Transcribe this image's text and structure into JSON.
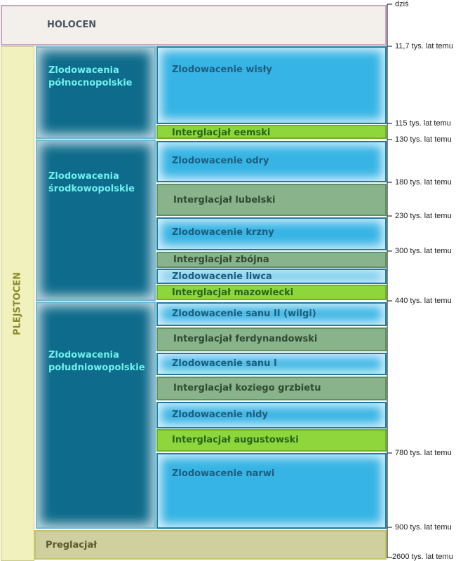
{
  "epochs": {
    "holocen": "HOLOCEN",
    "plejstocen": "PLEJSTOCEN",
    "preglacjal": "Preglacjał"
  },
  "groups": [
    {
      "label": "Zlodowacenia północnopolskie"
    },
    {
      "label": "Zlodowacenia środkowopolskie"
    },
    {
      "label": "Zlodowacenia południowopolskie"
    }
  ],
  "stages": [
    {
      "label": "Zlodowacenie wisły",
      "kind": "glacial"
    },
    {
      "label": "Interglacjał eemski",
      "kind": "interglacial-bright"
    },
    {
      "label": "Zlodowacenie odry",
      "kind": "glacial"
    },
    {
      "label": "Interglacjał lubelski",
      "kind": "interglacial-dark"
    },
    {
      "label": "Zlodowacenie krzny",
      "kind": "glacial"
    },
    {
      "label": "Interglacjał zbójna",
      "kind": "interglacial-dark"
    },
    {
      "label": "Zlodowacenie liwca",
      "kind": "glacial"
    },
    {
      "label": "Interglacjał mazowiecki",
      "kind": "interglacial-bright"
    },
    {
      "label": "Zlodowacenie sanu II (wilgi)",
      "kind": "glacial"
    },
    {
      "label": "Interglacjał ferdynandowski",
      "kind": "interglacial-dark"
    },
    {
      "label": "Zlodowacenie sanu I",
      "kind": "glacial"
    },
    {
      "label": "Interglacjał koziego grzbietu",
      "kind": "interglacial-dark"
    },
    {
      "label": "Zlodowacenie nidy",
      "kind": "glacial"
    },
    {
      "label": "Interglacjał augustowski",
      "kind": "interglacial-bright"
    },
    {
      "label": "Zlodowacenie narwi",
      "kind": "glacial"
    }
  ],
  "timeline": [
    "dziś",
    "11,7 tys. lat temu",
    "115 tys. lat temu",
    "130 tys. lat temu",
    "180 tys. lat temu",
    "230 tys. lat temu",
    "300 tys. lat temu",
    "440 tys. lat temu",
    "780 tys. lat temu",
    "900 tys. lat temu",
    "2600 tys. lat temu"
  ],
  "colors": {
    "glacial": "#36b4e5",
    "group": "#0e6b8b",
    "interglacial_bright": "#8fd63c",
    "interglacial_dark": "#89b38a",
    "plejstocen": "#f1f1be",
    "preglacjal": "#cfd09e",
    "holocen": "#f3f0ec"
  }
}
